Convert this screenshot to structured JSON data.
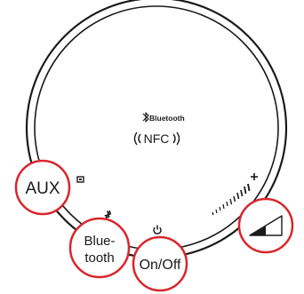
{
  "device": {
    "bluetooth_label": "Bluetooth",
    "nfc_label": "NFC"
  },
  "callouts": {
    "aux": "AUX",
    "bluetooth_line1": "Blue-",
    "bluetooth_line2": "tooth",
    "power": "On/Off"
  },
  "icons": {
    "bluetooth_logo": "bluetooth-icon",
    "nfc_waves": "nfc-waves-icon",
    "aux_input": "aux-input-icon",
    "bluetooth_button": "bluetooth-button-icon",
    "power": "power-icon",
    "volume": "volume-scale-icon",
    "volume_plus": "plus-icon",
    "volume_ramp": "volume-ramp-icon"
  },
  "colors": {
    "callout_ring": "#d9262c",
    "outline": "#1a1a1a",
    "background": "#ffffff"
  }
}
